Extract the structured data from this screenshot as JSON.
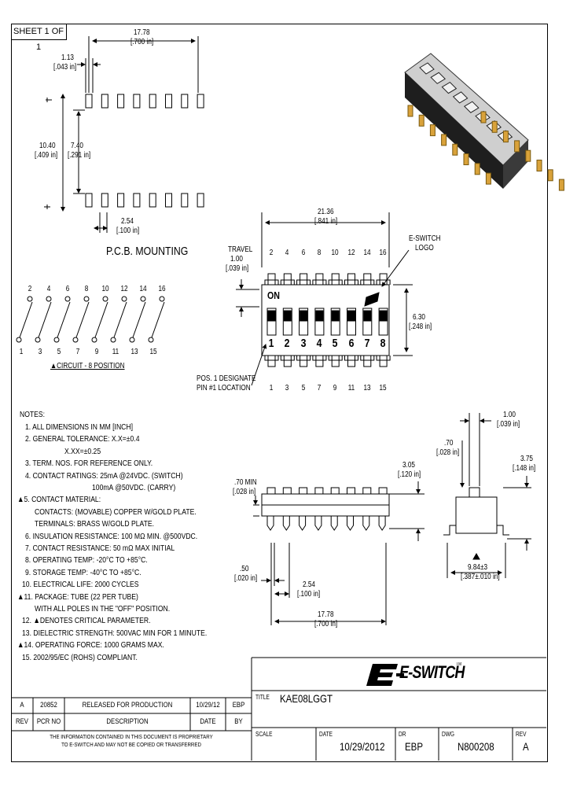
{
  "sheet": "SHEET 1 OF 1",
  "pcb": {
    "title": "P.C.B. MOUNTING",
    "dim_pitch_total": "17.78",
    "dim_pitch_total_in": "[.700 in]",
    "dim_pad": "1.13",
    "dim_pad_in": "[.043 in]",
    "dim_row_outer": "10.40",
    "dim_row_outer_in": "[.409 in]",
    "dim_row_inner": "7.40",
    "dim_row_inner_in": "[.291 in]",
    "dim_pitch": "2.54",
    "dim_pitch_in": "[.100 in]"
  },
  "circuit": {
    "top_pins": [
      "2",
      "4",
      "6",
      "8",
      "10",
      "12",
      "14",
      "16"
    ],
    "bottom_pins": [
      "1",
      "3",
      "5",
      "7",
      "9",
      "11",
      "13",
      "15"
    ],
    "label": "▲CIRCUIT - 8 POSITION"
  },
  "top_view": {
    "dim_width": "21.36",
    "dim_width_in": "[.841 in]",
    "top_pins": [
      "2",
      "4",
      "6",
      "8",
      "10",
      "12",
      "14",
      "16"
    ],
    "bottom_pins": [
      "1",
      "3",
      "5",
      "7",
      "9",
      "11",
      "13",
      "15"
    ],
    "switch_numbers": [
      "1",
      "2",
      "3",
      "4",
      "5",
      "6",
      "7",
      "8"
    ],
    "on_label": "ON",
    "travel_label": "TRAVEL",
    "travel_dim": "1.00",
    "travel_dim_in": "[.039 in]",
    "logo_label_1": "E-SWITCH",
    "logo_label_2": "LOGO",
    "height_dim": "6.30",
    "height_dim_in": "[.248 in]",
    "pos1_label_1": "POS. 1 DESIGNATE",
    "pos1_label_2": "PIN #1 LOCATION"
  },
  "notes": {
    "heading": "NOTES:",
    "lines": [
      "1. ALL DIMENSIONS IN MM [INCH]",
      "2. GENERAL TOLERANCE: X.X=±0.4",
      "X.XX=±0.25",
      "3. TERM. NOS. FOR REFERENCE ONLY.",
      "4. CONTACT RATINGS: 25mA @24VDC. (SWITCH)",
      "100mA @50VDC. (CARRY)",
      "▲5. CONTACT MATERIAL:",
      "CONTACTS: (MOVABLE) COPPER W/GOLD PLATE.",
      "TERMINALS: BRASS W/GOLD PLATE.",
      "6. INSULATION RESISTANCE: 100 MΩ MIN. @500VDC.",
      "7. CONTACT RESISTANCE: 50 mΩ MAX INITIAL",
      "8. OPERATING TEMP: -20°C TO +85°C.",
      "9. STORAGE TEMP: -40°C TO +85°C.",
      "10. ELECTRICAL LIFE: 2000 CYCLES",
      "▲11. PACKAGE: TUBE (22 PER TUBE)",
      "WITH ALL POLES IN THE \"OFF\" POSITION.",
      "12. ▲DENOTES CRITICAL PARAMETER.",
      "13. DIELECTRIC STRENGTH: 500VAC MIN FOR 1 MINUTE.",
      "▲14. OPERATING FORCE: 1000 GRAMS MAX.",
      "15. 2002/95/EC (ROHS) COMPLIANT."
    ]
  },
  "front_view": {
    "dim_height": "3.05",
    "dim_height_in": "[.120 in]",
    "dim_min": ".70 MIN",
    "dim_min_in": "[.028 in]",
    "dim_pin": ".50",
    "dim_pin_in": "[.020 in]",
    "dim_pitch": "2.54",
    "dim_pitch_in": "[.100 in]",
    "dim_total": "17.78",
    "dim_total_in": "[.700 in]"
  },
  "side_view": {
    "dim_top": "1.00",
    "dim_top_in": "[.039 in]",
    "dim_act": ".70",
    "dim_act_in": "[.028 in]",
    "dim_height": "3.75",
    "dim_height_in": "[.148 in]",
    "dim_width": "9.84±3",
    "dim_width_in": "[.387±.010 in]"
  },
  "title_block": {
    "logo": "E-SWITCH",
    "logo_tm": "TM",
    "title_label": "TITLE",
    "title": "KAE08LGGT",
    "scale_label": "SCALE",
    "date_label": "DATE",
    "date": "10/29/2012",
    "dr_label": "DR",
    "dr": "EBP",
    "dwg_label": "DWG",
    "dwg": "N800208",
    "rev_label": "REV",
    "rev": "A"
  },
  "revision_table": {
    "row": {
      "rev": "A",
      "pcr": "20852",
      "desc": "RELEASED FOR PRODUCTION",
      "date": "10/29/12",
      "by": "EBP"
    },
    "headers": {
      "rev": "REV",
      "pcr": "PCR NO",
      "desc": "DESCRIPTION",
      "date": "DATE",
      "by": "BY"
    },
    "disclaimer_1": "THE INFORMATION CONTAINED IN THIS DOCUMENT IS PROPRIETARY",
    "disclaimer_2": "TO E-SWITCH AND MAY NOT BE COPIED OR TRANSFERRED"
  }
}
